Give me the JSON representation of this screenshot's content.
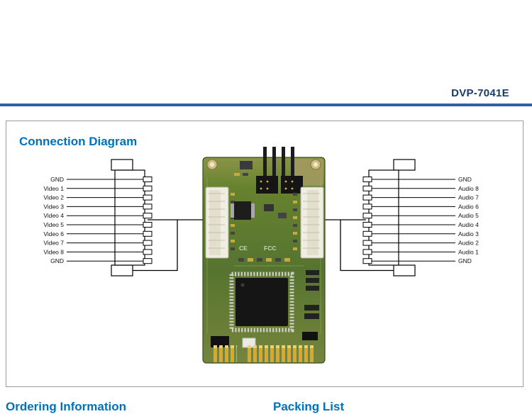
{
  "page": {
    "product_title": "DVP-7041E"
  },
  "colors": {
    "heading_blue": "#0072BC",
    "product_title_navy": "#1B3A66",
    "divider_blue": "#2E5FA8",
    "pcb_green": "#5E7C2E",
    "gold_fingers": "#D9A92E"
  },
  "sections": {
    "connection_diagram_title": "Connection Diagram",
    "ordering_information_title": "Ordering Information",
    "packing_list_title": "Packing List"
  },
  "diagram": {
    "left_pins": [
      "GND",
      "Video 1",
      "Video 2",
      "Video 3",
      "Video 4",
      "Video 5",
      "Video 6",
      "Video 7",
      "Video 8",
      "GND"
    ],
    "right_pins": [
      "GND",
      "Audio 8",
      "Audio 7",
      "Audio 6",
      "Audio 5",
      "Audio 4",
      "Audio 3",
      "Audio 2",
      "Audio 1",
      "GND"
    ],
    "board_markings": {
      "ce_mark": "CE",
      "fcc_mark": "FCC"
    }
  }
}
